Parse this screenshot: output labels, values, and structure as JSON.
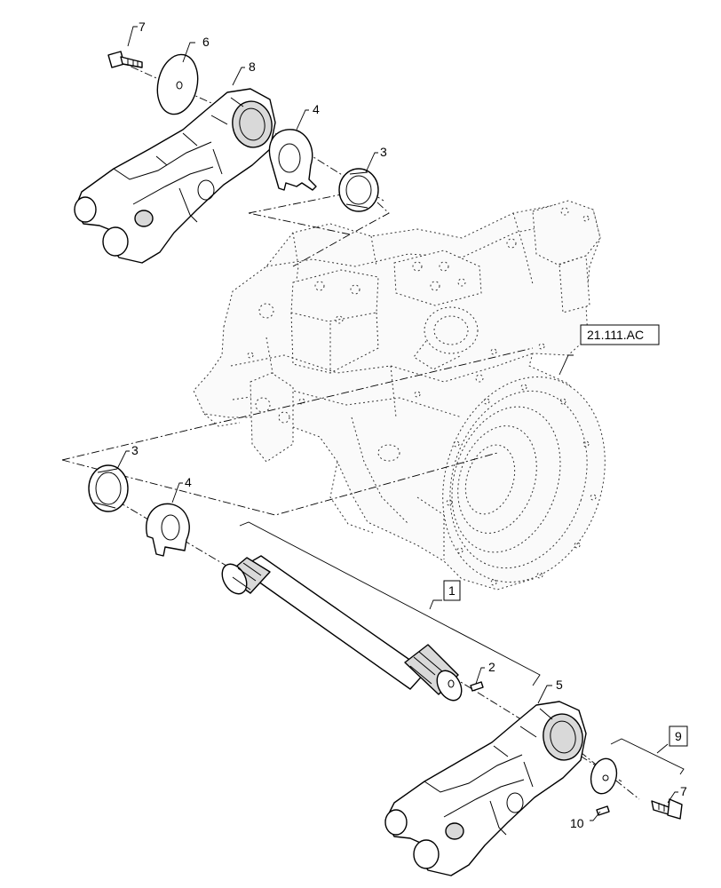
{
  "callouts": {
    "c7_top": "7",
    "c6": "6",
    "c8": "8",
    "c4_top": "4",
    "c3_top": "3",
    "c3_mid": "3",
    "c4_mid": "4",
    "c1": "1",
    "c2": "2",
    "c5": "5",
    "c9": "9",
    "c7_bottom": "7",
    "c10": "10"
  },
  "reference": "21.111.AC"
}
